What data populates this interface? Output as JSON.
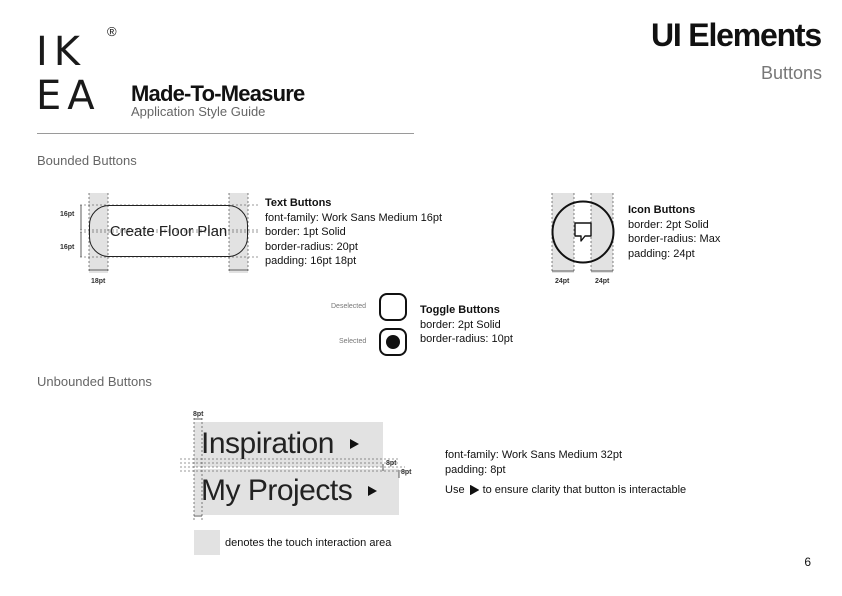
{
  "logo": {
    "line1": "IK",
    "line2": "EA",
    "registered": "®"
  },
  "brand": {
    "name": "Made-To-Measure",
    "subtitle": "Application Style Guide"
  },
  "header": {
    "title": "UI Elements",
    "subtitle": "Buttons"
  },
  "sections": {
    "bounded": "Bounded Buttons",
    "unbounded": "Unbounded Buttons"
  },
  "text_buttons": {
    "sample_label": "Create Floor Plan",
    "heading": "Text Buttons",
    "specs": [
      "font-family: Work Sans Medium 16pt",
      "border: 1pt Solid",
      "border-radius: 20pt",
      "padding: 16pt 18pt"
    ],
    "dim_top": "16pt",
    "dim_bottom": "16pt",
    "dim_side": "18pt"
  },
  "icon_buttons": {
    "heading": "Icon Buttons",
    "specs": [
      "border: 2pt Solid",
      "border-radius: Max",
      "padding: 24pt"
    ],
    "dim_left": "24pt",
    "dim_right": "24pt",
    "icon": "chat-bubble-icon"
  },
  "toggle_buttons": {
    "heading": "Toggle Buttons",
    "specs": [
      "border: 2pt Solid",
      "border-radius: 10pt"
    ],
    "deselected_label": "Deselected",
    "selected_label": "Selected"
  },
  "unbounded": {
    "items": [
      "Inspiration",
      "My Projects"
    ],
    "dim_top": "8pt",
    "dim_gap": "8pt",
    "dim_right": "8pt",
    "specs": [
      "font-family: Work Sans Medium 32pt",
      "padding: 8pt"
    ],
    "use_prefix": "Use",
    "use_suffix": "to ensure clarity that button is interactable",
    "arrow_icon": "play-arrow-icon"
  },
  "legend": {
    "text": "denotes the touch interaction area"
  },
  "page_number": "6",
  "colors": {
    "shade": "#e2e2e2",
    "text": "#111111",
    "muted": "#777777"
  }
}
